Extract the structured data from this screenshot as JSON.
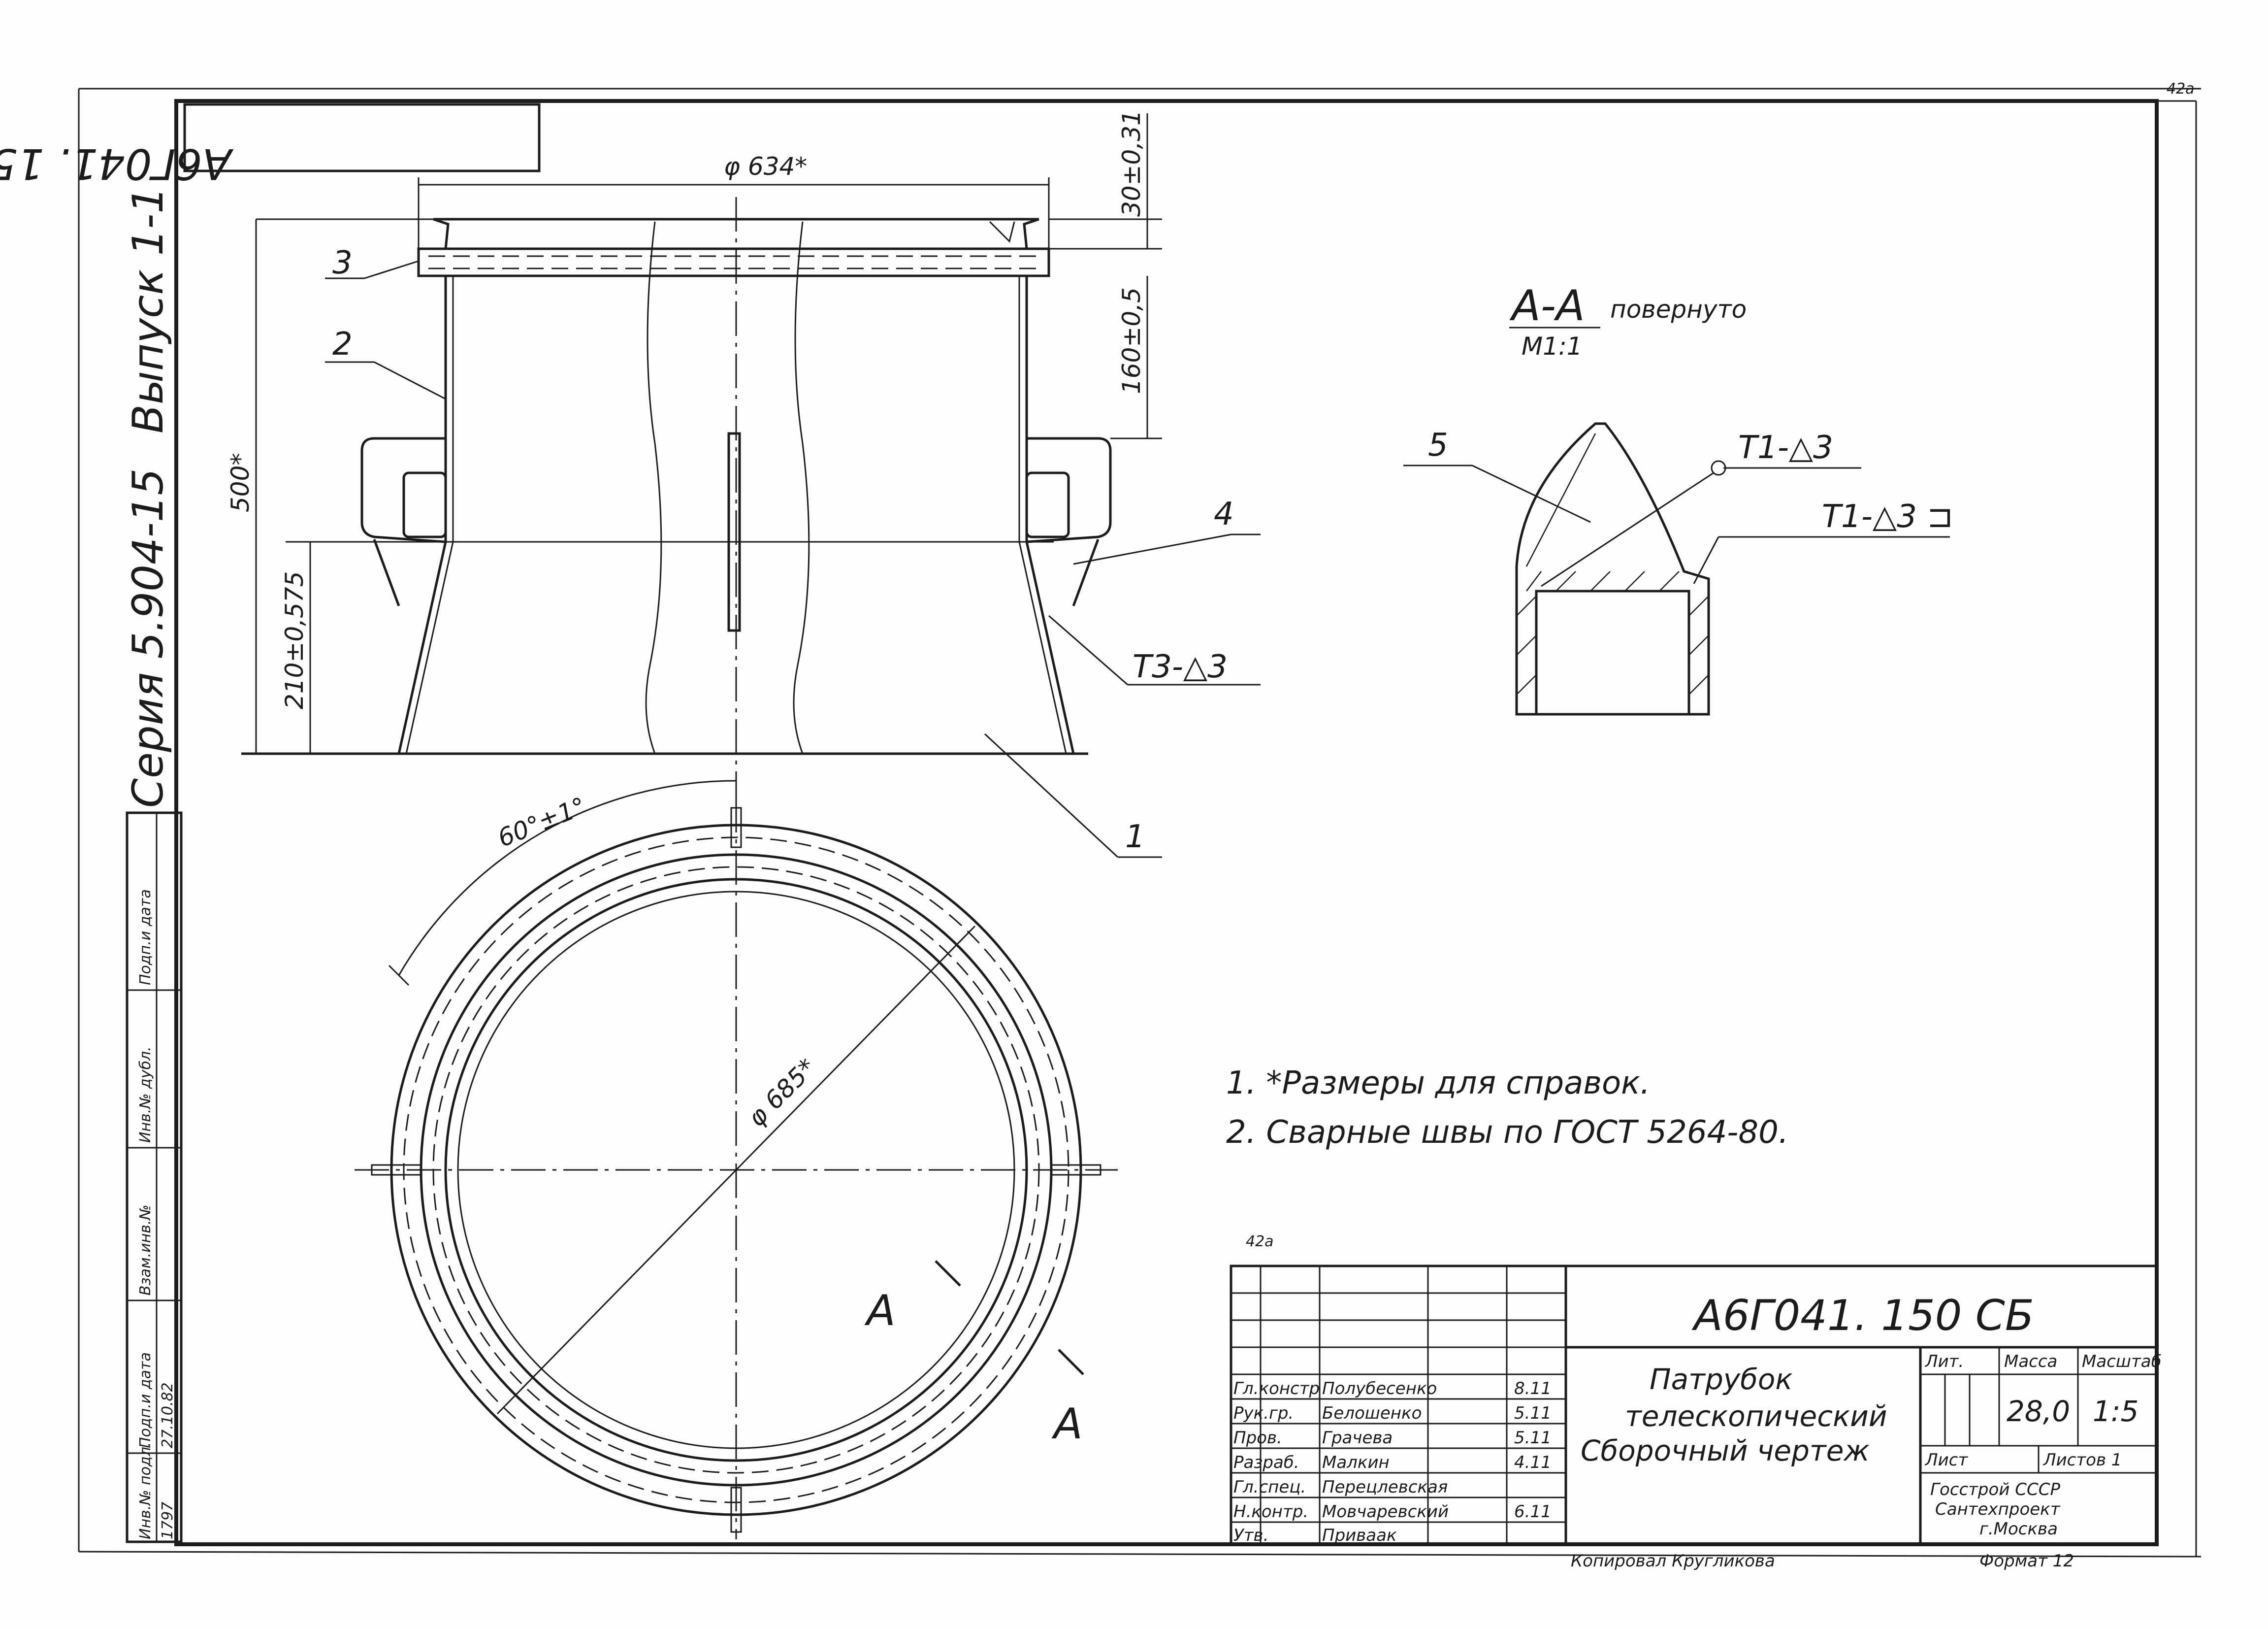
{
  "sheet": {
    "designation_top": "А6Г041. 150СБ",
    "page_mark_top": "42а",
    "page_mark_mid": "42а",
    "side_series": "Серия 5.904-15",
    "side_issue": "Выпуск 1-1"
  },
  "dimensions": {
    "d_top": "φ 634*",
    "h_30": "30±0,31",
    "h_160": "160±0,5",
    "h_500": "500*",
    "h_210": "210±0,575",
    "angle": "60°±1°",
    "d_ring": "φ 685*"
  },
  "positions": [
    "1",
    "2",
    "3",
    "4",
    "5"
  ],
  "weld_marks": {
    "t3": "Т3-△3",
    "t1": "Т1-△3",
    "t1_open": "Т1-△3 ⊐"
  },
  "section": {
    "title": "А-А",
    "qualifier": "повернуто",
    "scale": "М1:1",
    "cut_letter": "А"
  },
  "notes": [
    "1. *Размеры для справок.",
    "2. Сварные  швы по ГОСТ 5264-80."
  ],
  "title_block": {
    "designation": "А6Г041. 150 СБ",
    "name_lines": [
      "Патрубок",
      "телескопический",
      "Сборочный чертеж"
    ],
    "header_lit": "Лит.",
    "header_mass": "Масса",
    "header_scale": "Масштаб",
    "mass": "28,0",
    "scale": "1:5",
    "sheet_label": "Лист",
    "sheets_label": "Листов 1",
    "org_lines": [
      "Госстрой СССР",
      "Сантехпроект",
      "г.Москва"
    ],
    "format": "Формат 12",
    "copied": "Копировал  Кругликова",
    "sign_rows": [
      {
        "role": "Гл.констр",
        "name": "Полубесенко"
      },
      {
        "role": "Рук.гр.",
        "name": "Белошенко"
      },
      {
        "role": "Пров.",
        "name": "Грачева"
      },
      {
        "role": "Разраб.",
        "name": "Малкин"
      },
      {
        "role": "Гл.спец.",
        "name": "Перецлевская"
      },
      {
        "role": "Н.контр.",
        "name": "Мовчаревский"
      },
      {
        "role": "Утв.",
        "name": "Приваак"
      }
    ],
    "sign_dates": [
      "8.11",
      "5.11",
      "5.11",
      "4.11",
      "6.11"
    ]
  },
  "stamp": {
    "header": "Подп.и дата",
    "inv": "Инв.№ подл.",
    "date": "27.10.82",
    "number": "1797",
    "col_labels": [
      "Взам.инв.№",
      "Инв.№ дубл.",
      "Подп.и дата"
    ]
  }
}
